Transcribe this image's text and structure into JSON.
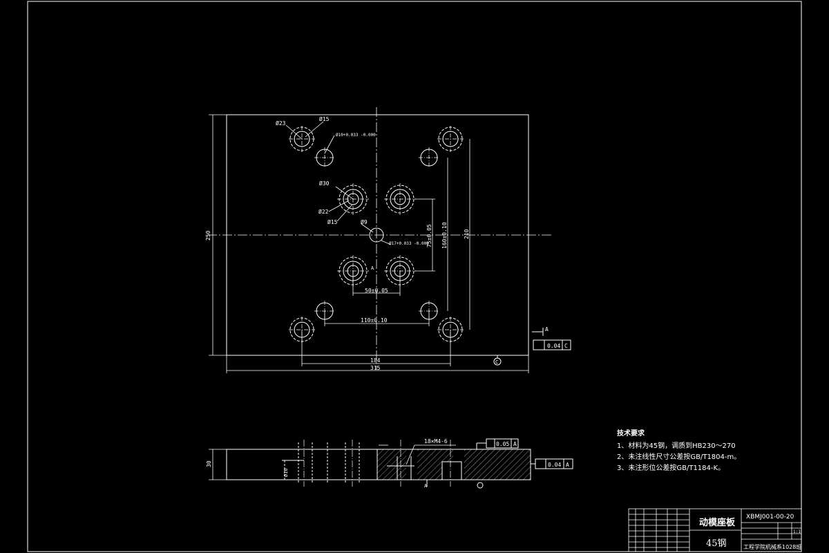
{
  "drawing": {
    "plan_dims": {
      "d23": "Ø23",
      "d15_top": "Ø15",
      "d10_tol": "Ø10+0.033 -0.000",
      "d30": "Ø30",
      "d22": "Ø22",
      "d15_mid": "Ø15",
      "d9": "Ø9",
      "d17_tol": "Ø17+0.033 -0.000",
      "h250": "250",
      "h210": "210",
      "h160": "160±0.10",
      "h75": "75±0.05",
      "w50": "50±0.05",
      "w110": "110±0.10",
      "w184": "184",
      "w315": "315"
    },
    "datum_c": "C",
    "datum_a": "A",
    "tol_plan": {
      "value": "0.04",
      "datum": "C"
    },
    "section": {
      "height": "30",
      "d16": "Ø16",
      "thread_note": "18×M4-6",
      "tol_parallel": {
        "value": "0.05",
        "datum": "A"
      },
      "tol_perp": {
        "value": "0.04",
        "datum": "A"
      },
      "datum_a_label": "A"
    },
    "tech_req": {
      "title": "技术要求",
      "items": [
        "1、材料为45钢，调质到HB230～270",
        "2、未注线性尺寸公差按GB/T1804-m。",
        "3、未注形位公差按GB/T1184-K。"
      ]
    },
    "title_block": {
      "part_name": "动模座板",
      "material": "45钢",
      "drawing_no": "XBMJ001-00-20",
      "scale": "1:1",
      "org": "工程学院机械系1028班"
    }
  }
}
